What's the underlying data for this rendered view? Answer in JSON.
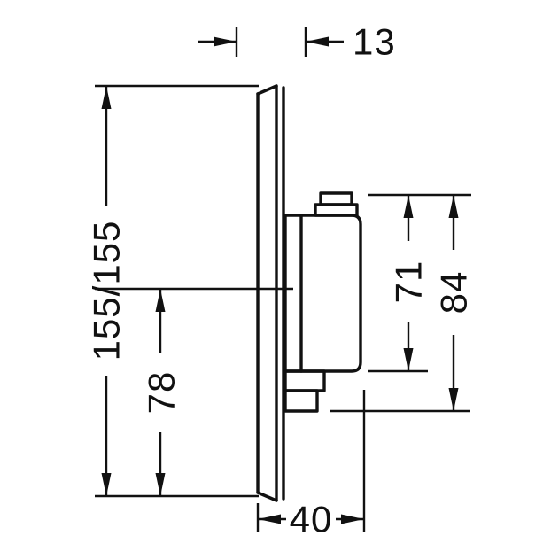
{
  "colors": {
    "line": "#111111",
    "background": "#ffffff"
  },
  "dims": {
    "d13": "13",
    "d155": "155/155",
    "d78": "78",
    "d71": "71",
    "d84": "84",
    "d40": "40"
  }
}
